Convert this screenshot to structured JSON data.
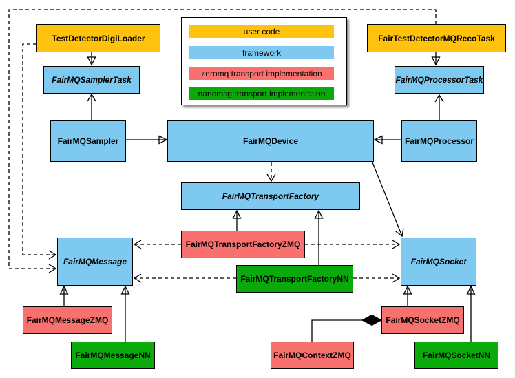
{
  "colors": {
    "user_code": "#FFC20E",
    "framework": "#7EC9F0",
    "zeromq": "#F9716E",
    "nanomsg": "#0AAA0A"
  },
  "legend": {
    "items": [
      {
        "label": "user code",
        "category": "user_code"
      },
      {
        "label": "framework",
        "category": "framework"
      },
      {
        "label": "zeromq transport implementation",
        "category": "zeromq"
      },
      {
        "label": "nanomsg transport implementation",
        "category": "nanomsg"
      }
    ]
  },
  "nodes": [
    {
      "id": "TestDetectorDigiLoader",
      "label": "TestDetectorDigiLoader",
      "category": "user_code",
      "abstract": false
    },
    {
      "id": "FairTestDetectorMQRecoTask",
      "label": "FairTestDetectorMQRecoTask",
      "category": "user_code",
      "abstract": false
    },
    {
      "id": "FairMQSamplerTask",
      "label": "FairMQSamplerTask",
      "category": "framework",
      "abstract": true
    },
    {
      "id": "FairMQProcessorTask",
      "label": "FairMQProcessorTask",
      "category": "framework",
      "abstract": true
    },
    {
      "id": "FairMQSampler",
      "label": "FairMQSampler",
      "category": "framework",
      "abstract": false
    },
    {
      "id": "FairMQDevice",
      "label": "FairMQDevice",
      "category": "framework",
      "abstract": false
    },
    {
      "id": "FairMQProcessor",
      "label": "FairMQProcessor",
      "category": "framework",
      "abstract": false
    },
    {
      "id": "FairMQTransportFactory",
      "label": "FairMQTransportFactory",
      "category": "framework",
      "abstract": true
    },
    {
      "id": "FairMQTransportFactoryZMQ",
      "label": "FairMQTransportFactoryZMQ",
      "category": "zeromq",
      "abstract": false
    },
    {
      "id": "FairMQTransportFactoryNN",
      "label": "FairMQTransportFactoryNN",
      "category": "nanomsg",
      "abstract": false
    },
    {
      "id": "FairMQMessage",
      "label": "FairMQMessage",
      "category": "framework",
      "abstract": true
    },
    {
      "id": "FairMQSocket",
      "label": "FairMQSocket",
      "category": "framework",
      "abstract": true
    },
    {
      "id": "FairMQMessageZMQ",
      "label": "FairMQMessageZMQ",
      "category": "zeromq",
      "abstract": false
    },
    {
      "id": "FairMQMessageNN",
      "label": "FairMQMessageNN",
      "category": "nanomsg",
      "abstract": false
    },
    {
      "id": "FairMQSocketZMQ",
      "label": "FairMQSocketZMQ",
      "category": "zeromq",
      "abstract": false
    },
    {
      "id": "FairMQSocketNN",
      "label": "FairMQSocketNN",
      "category": "nanomsg",
      "abstract": false
    },
    {
      "id": "FairMQContextZMQ",
      "label": "FairMQContextZMQ",
      "category": "zeromq",
      "abstract": false
    }
  ],
  "relationships": [
    {
      "from": "TestDetectorDigiLoader",
      "to": "FairMQSamplerTask",
      "type": "inheritance"
    },
    {
      "from": "FairTestDetectorMQRecoTask",
      "to": "FairMQProcessorTask",
      "type": "inheritance"
    },
    {
      "from": "FairMQSampler",
      "to": "FairMQDevice",
      "type": "inheritance"
    },
    {
      "from": "FairMQProcessor",
      "to": "FairMQDevice",
      "type": "inheritance"
    },
    {
      "from": "FairMQTransportFactoryZMQ",
      "to": "FairMQTransportFactory",
      "type": "inheritance"
    },
    {
      "from": "FairMQTransportFactoryNN",
      "to": "FairMQTransportFactory",
      "type": "inheritance"
    },
    {
      "from": "FairMQMessageZMQ",
      "to": "FairMQMessage",
      "type": "inheritance"
    },
    {
      "from": "FairMQMessageNN",
      "to": "FairMQMessage",
      "type": "inheritance"
    },
    {
      "from": "FairMQSocketZMQ",
      "to": "FairMQSocket",
      "type": "inheritance"
    },
    {
      "from": "FairMQSocketNN",
      "to": "FairMQSocket",
      "type": "inheritance"
    },
    {
      "from": "FairMQSampler",
      "to": "FairMQSamplerTask",
      "type": "association"
    },
    {
      "from": "FairMQProcessor",
      "to": "FairMQProcessorTask",
      "type": "association"
    },
    {
      "from": "FairMQDevice",
      "to": "FairMQSocket",
      "type": "association"
    },
    {
      "from": "FairMQDevice",
      "to": "FairMQTransportFactory",
      "type": "dependency"
    },
    {
      "from": "FairMQTransportFactoryZMQ",
      "to": "FairMQMessage",
      "type": "dependency"
    },
    {
      "from": "FairMQTransportFactoryZMQ",
      "to": "FairMQSocket",
      "type": "dependency"
    },
    {
      "from": "FairMQTransportFactoryNN",
      "to": "FairMQMessage",
      "type": "dependency"
    },
    {
      "from": "FairMQTransportFactoryNN",
      "to": "FairMQSocket",
      "type": "dependency"
    },
    {
      "from": "TestDetectorDigiLoader",
      "to": "FairMQMessage",
      "type": "dependency"
    },
    {
      "from": "FairTestDetectorMQRecoTask",
      "to": "FairMQMessage",
      "type": "dependency"
    },
    {
      "from": "FairMQContextZMQ",
      "to": "FairMQSocketZMQ",
      "type": "composition"
    }
  ]
}
